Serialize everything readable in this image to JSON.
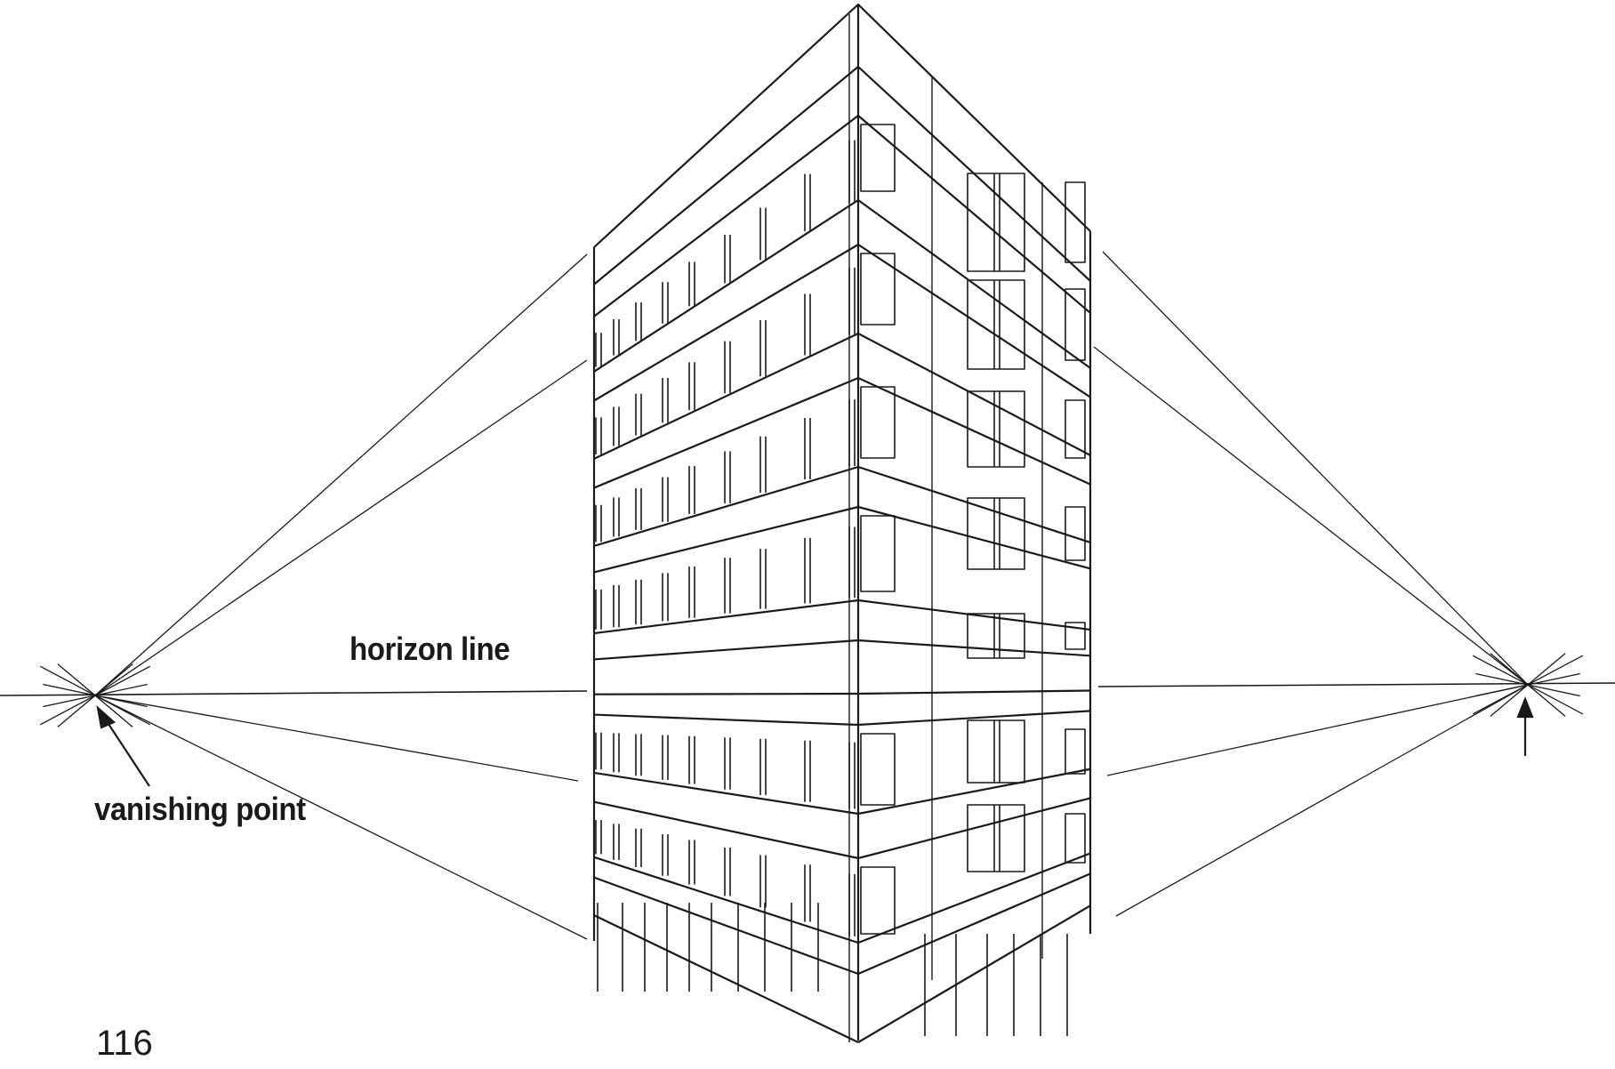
{
  "labels": {
    "horizon_line": "horizon line",
    "vanishing_point": "vanishing point",
    "page_number": "116"
  },
  "colors": {
    "ink": "#1a1a1a",
    "paper": "#ffffff"
  }
}
